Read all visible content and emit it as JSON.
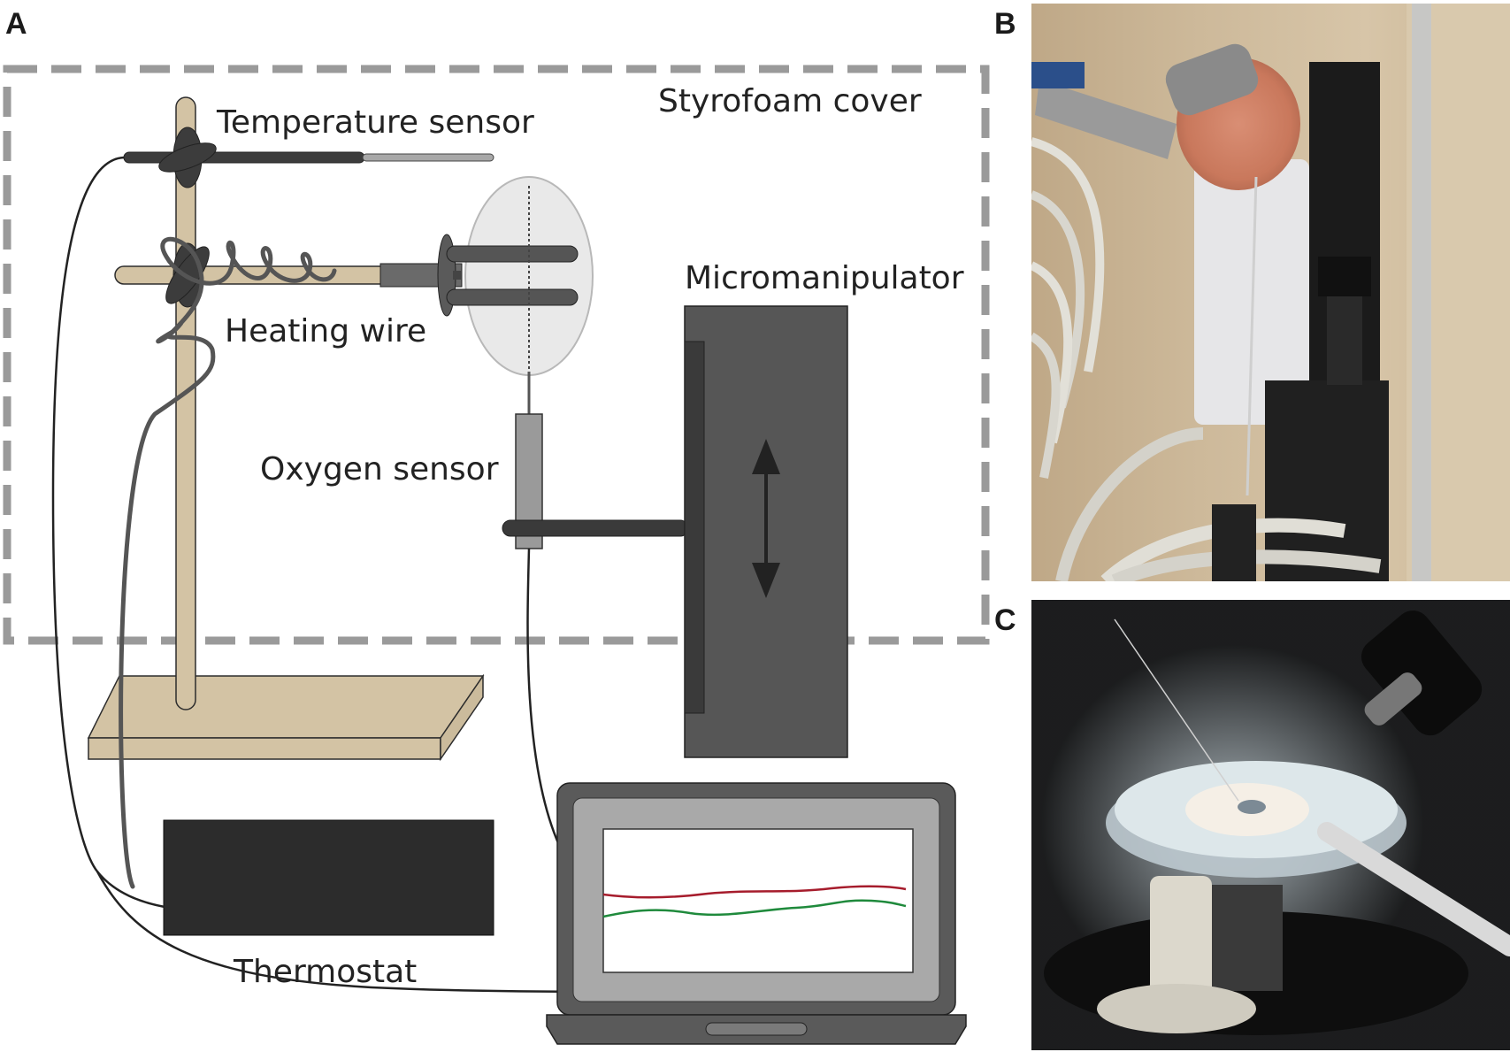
{
  "panels": {
    "a": {
      "letter": "A"
    },
    "b": {
      "letter": "B"
    },
    "c": {
      "letter": "C"
    }
  },
  "labels": {
    "styrofoam_cover": "Styrofoam cover",
    "temperature_sensor": "Temperature sensor",
    "heating_wire": "Heating wire",
    "micromanipulator": "Micromanipulator",
    "oxygen_sensor": "Oxygen sensor",
    "thermostat": "Thermostat"
  },
  "colors": {
    "stand": "#d3c3a4",
    "stand_outline": "#2d2d2d",
    "dashed_border": "#9a9a9a",
    "sensor_dark": "#3c3c3c",
    "manipulator_body": "#565656",
    "manipulator_rail": "#3a3a3a",
    "thermostat": "#2c2c2c",
    "laptop_frame": "#5a5a5a",
    "laptop_bezel": "#a9a9a9",
    "trace_red": "#a61c2c",
    "trace_green": "#1f8a3c",
    "egg_fill": "#e9e9e9"
  }
}
